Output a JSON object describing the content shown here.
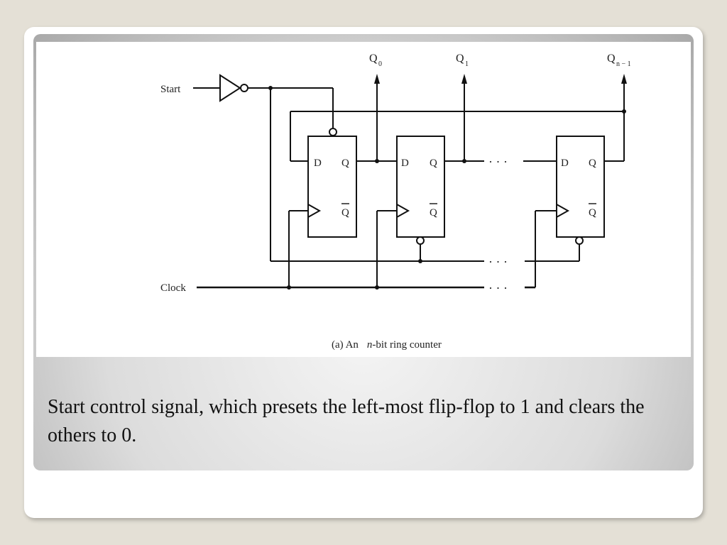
{
  "diagram": {
    "input_start": "Start",
    "input_clock": "Clock",
    "output_q0": "Q",
    "output_q0_sub": "0",
    "output_q1": "Q",
    "output_q1_sub": "1",
    "output_qn1": "Q",
    "output_qn1_sub": "n − 1",
    "ff_d": "D",
    "ff_q": "Q",
    "ff_qbar": "Q",
    "ellipsis": "· · ·",
    "caption_prefix": "(a) An",
    "caption_italic": "n",
    "caption_suffix": "-bit ring counter"
  },
  "slide": {
    "body_text": "Start control signal, which presets the left-most flip-flop to 1 and clears the others to 0."
  }
}
